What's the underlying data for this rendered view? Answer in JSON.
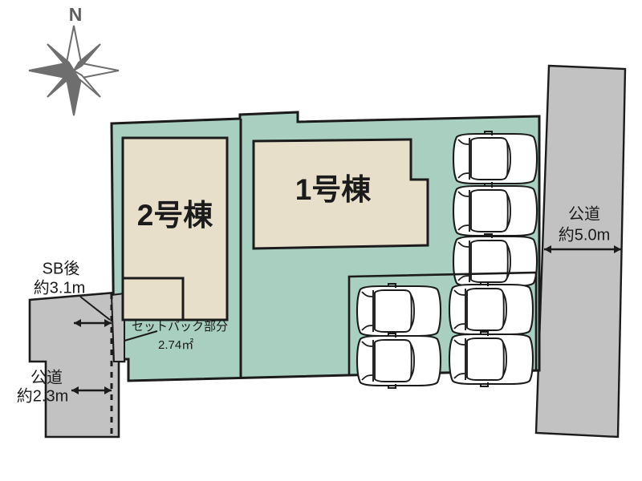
{
  "document": {
    "kind": "property-site-plan",
    "language": "ja"
  },
  "compass": {
    "north_label": "N",
    "icon": "compass-rose-icon",
    "color": "#6e6e6e"
  },
  "colors": {
    "lot_fill": "#a8cfc0",
    "building_fill": "#e8dfcb",
    "road_fill": "#c2c2c2",
    "outline": "#1b1b1b",
    "page_background": "#ffffff",
    "compass": "#6e6e6e"
  },
  "buildings": [
    {
      "id": "building-1",
      "label": "1号棟",
      "icon": "building-footprint-icon"
    },
    {
      "id": "building-2",
      "label": "2号棟",
      "icon": "building-footprint-icon"
    }
  ],
  "roads": [
    {
      "id": "road-east",
      "type_label": "公道",
      "width_label": "約5.0m",
      "position": "east"
    },
    {
      "id": "road-southwest",
      "type_label": "公道",
      "width_label": "約2.3m",
      "position": "southwest"
    }
  ],
  "annotations": [
    {
      "id": "setback-after",
      "line1": "SB後",
      "line2": "約3.1m"
    },
    {
      "id": "setback-area",
      "line1": "セットバック部分",
      "line2": "2.74㎡"
    }
  ],
  "parking": {
    "icon": "car-top-view-icon",
    "total_spaces": 7,
    "groups": [
      {
        "id": "parking-column-east",
        "count": 3,
        "orientation": "horizontal-stacked"
      },
      {
        "id": "parking-block-south",
        "count": 4,
        "orientation": "two-by-two-grid"
      }
    ]
  },
  "dimension_arrows": [
    {
      "id": "arrow-setback-width",
      "label_ref": "setback-after"
    },
    {
      "id": "arrow-road-southwest-width",
      "label_ref": "road-southwest"
    },
    {
      "id": "arrow-road-east-width",
      "label_ref": "road-east"
    }
  ]
}
